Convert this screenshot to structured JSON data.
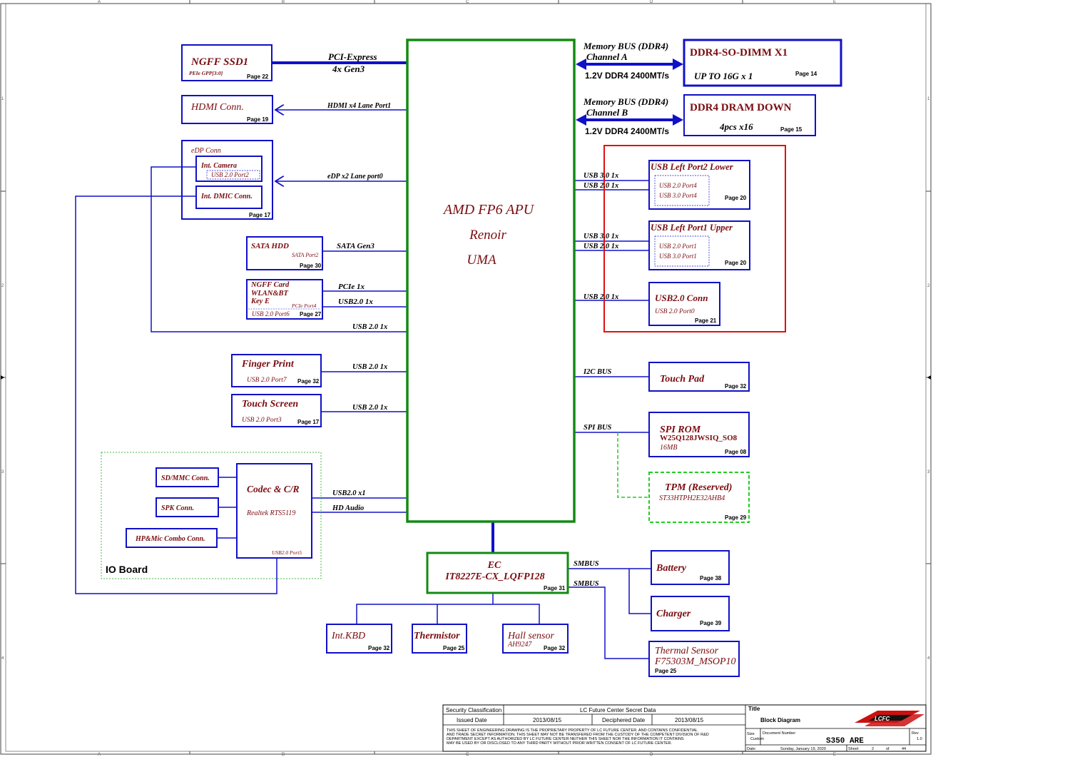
{
  "frame": {
    "col_markers": [
      "A",
      "B",
      "C",
      "D",
      "E"
    ],
    "row_markers": [
      "1",
      "2",
      "3",
      "4"
    ]
  },
  "colors": {
    "wire": "#1010c8",
    "cpu_border": "#138a13",
    "block_text": "#7a0c10",
    "usb_group_border": "#e01010",
    "io_board_border": "#44b844",
    "tpm_border": "#22cc22"
  },
  "cpu": {
    "line1": "AMD FP6 APU",
    "line2": "Renoir",
    "line3": "UMA"
  },
  "blocks": {
    "ssd": {
      "title": "NGFF   SSD1",
      "sub": "PEIe  GPP[3:0]",
      "page": "Page 22"
    },
    "hdmi": {
      "title": "HDMI Conn.",
      "page": "Page 19"
    },
    "edp": {
      "title": "eDP Conn",
      "camera": "Int. Camera",
      "camera_sub": "USB 2.0 Port2",
      "dmic": "Int. DMIC Conn.",
      "page": "Page 17"
    },
    "sata": {
      "title": "SATA HDD",
      "sub": "SATA Port2",
      "page": "Page 30"
    },
    "wlan": {
      "line1": "NGFF Card",
      "line2": "WLAN&BT",
      "line3": "Key E",
      "sub1": "PCIe  Port4",
      "sub2": "USB 2.0 Port6",
      "page": "Page 27"
    },
    "finger": {
      "title": "Finger Print",
      "sub": "USB 2.0 Port7",
      "page": "Page 32"
    },
    "touchscreen": {
      "title": "Touch Screen",
      "sub": "USB 2.0 Port3",
      "page": "Page 17"
    },
    "sdmmc": {
      "title": "SD/MMC Conn."
    },
    "spk": {
      "title": "SPK Conn."
    },
    "hpmic": {
      "title": "HP&Mic Combo Conn."
    },
    "codec": {
      "title": "Codec & C/R",
      "sub": "Realtek RTS5119",
      "sub2": "USB2.0 Port5"
    },
    "io_board": "IO Board",
    "ddr_a": {
      "title": "DDR4-SO-DIMM X1",
      "sub": "UP TO 16G x 1",
      "page": "Page 14"
    },
    "ddr_b": {
      "title": "DDR4 DRAM DOWN",
      "sub": "4pcs x16",
      "page": "Page 15"
    },
    "usb_left2": {
      "title": "USB Left Port2 Lower",
      "sub1": "USB 2.0 Port4",
      "sub2": "USB 3.0 Port4",
      "page": "Page 20"
    },
    "usb_left1": {
      "title": "USB Left Port1 Upper",
      "sub1": "USB 2.0 Port1",
      "sub2": "USB 3.0 Port1",
      "page": "Page 20"
    },
    "usb20conn": {
      "title": "USB2.0 Conn",
      "sub": "USB 2.0 Port0",
      "page": "Page 21"
    },
    "touchpad": {
      "title": "Touch Pad",
      "page": "Page 32"
    },
    "spirom": {
      "title": "SPI ROM",
      "part": "W25Q128JWSIQ_SO8",
      "size": "16MB",
      "page": "Page 08"
    },
    "tpm": {
      "title": "TPM (Reserved)",
      "part": "ST33HTPH2E32AHB4",
      "page": "Page 29"
    },
    "ec": {
      "line1": "EC",
      "line2": "IT8227E-CX_LQFP128",
      "page": "Page 31"
    },
    "battery": {
      "title": "Battery",
      "page": "Page 38"
    },
    "charger": {
      "title": "Charger",
      "page": "Page 39"
    },
    "thermal": {
      "line1": "Thermal Sensor",
      "line2": "F75303M_MSOP10",
      "page": "Page 25"
    },
    "kbd": {
      "title": "Int.KBD",
      "page": "Page 32"
    },
    "thermistor": {
      "title": "Thermistor",
      "page": "Page 25"
    },
    "hall": {
      "title": "Hall sensor",
      "sub": "AH9247",
      "page": "Page 32"
    }
  },
  "buses": {
    "pcie_a": "PCI-Express",
    "pcie_b": "4x Gen3",
    "hdmi": "HDMI x4 Lane Port1",
    "edp": "eDP x2 Lane port0",
    "sata": "SATA Gen3",
    "pcie1x": "PCIe 1x",
    "usb20_1x": "USB2.0 1x",
    "usb20_left": "USB 2.0 1x",
    "finger": "USB 2.0 1x",
    "touchscreen": "USB 2.0 1x",
    "codec_usb": "USB2.0 x1",
    "hd_audio": "HD Audio",
    "mem_a1": "Memory BUS (DDR4)",
    "mem_a2": "Channel A",
    "mem_a3": "1.2V DDR4 2400MT/s",
    "mem_b1": "Memory BUS (DDR4)",
    "mem_b2": "Channel B",
    "mem_b3": "1.2V DDR4 2400MT/s",
    "usb30_a": "USB 3.0 1x",
    "usb20_a": "USB 2.0 1x",
    "usb30_b": "USB 3.0 1x",
    "usb20_b": "USB 2.0 1x",
    "usb20_c": "USB 2.0 1x",
    "i2c": "I2C BUS",
    "spi": "SPI BUS",
    "smbus1": "SMBUS",
    "smbus2": "SMBUS"
  },
  "title_block": {
    "security_label": "Security Classification",
    "security_value": "LC Future Center Secret Data",
    "issued_label": "Issued Date",
    "issued_value": "2013/08/15",
    "deciphered_label": "Deciphered Date",
    "deciphered_value": "2013/08/15",
    "notice_1": "THIS SHEET OF ENGINEERING DRAWING IS THE PROPRIETARY PROPERTY OF  LC FUTURE CENTER. AND CONTAINS CONFIDENTIAL",
    "notice_2": "AND TRADE SECRET INFORMATION. THIS SHEET MAY NOT BE TRANSFERED FROM THE CUSTODY OF THE COMPETENT DIVISION OF R&D",
    "notice_3": "DEPARTMENT EXCEPT AS AUTHORIZED BY LC FUTURE CENTER NEITHER THIS SHEET NOR THE INFORMATION IT CONTAINS",
    "notice_4": "MAY BE USED BY OR DISCLOSED TO ANY THIRD PARTY WITHOUT PRIOR WRITTEN CONSENT OF  LC FUTURE CENTER.",
    "title_label": "Title",
    "title_value": "Block Diagram",
    "size_label": "Size",
    "custom_label": "Custom",
    "docnum_label": "Document Number",
    "docnum_value": "S350  ARE",
    "rev_label": "Rev",
    "rev_value": "1.0",
    "date_label": "Date:",
    "date_value": "Sunday, January 19, 2020",
    "sheet_label": "Sheet",
    "sheet_num": "2",
    "of_label": "of",
    "sheet_total": "44",
    "logo_text": "LCFC"
  }
}
